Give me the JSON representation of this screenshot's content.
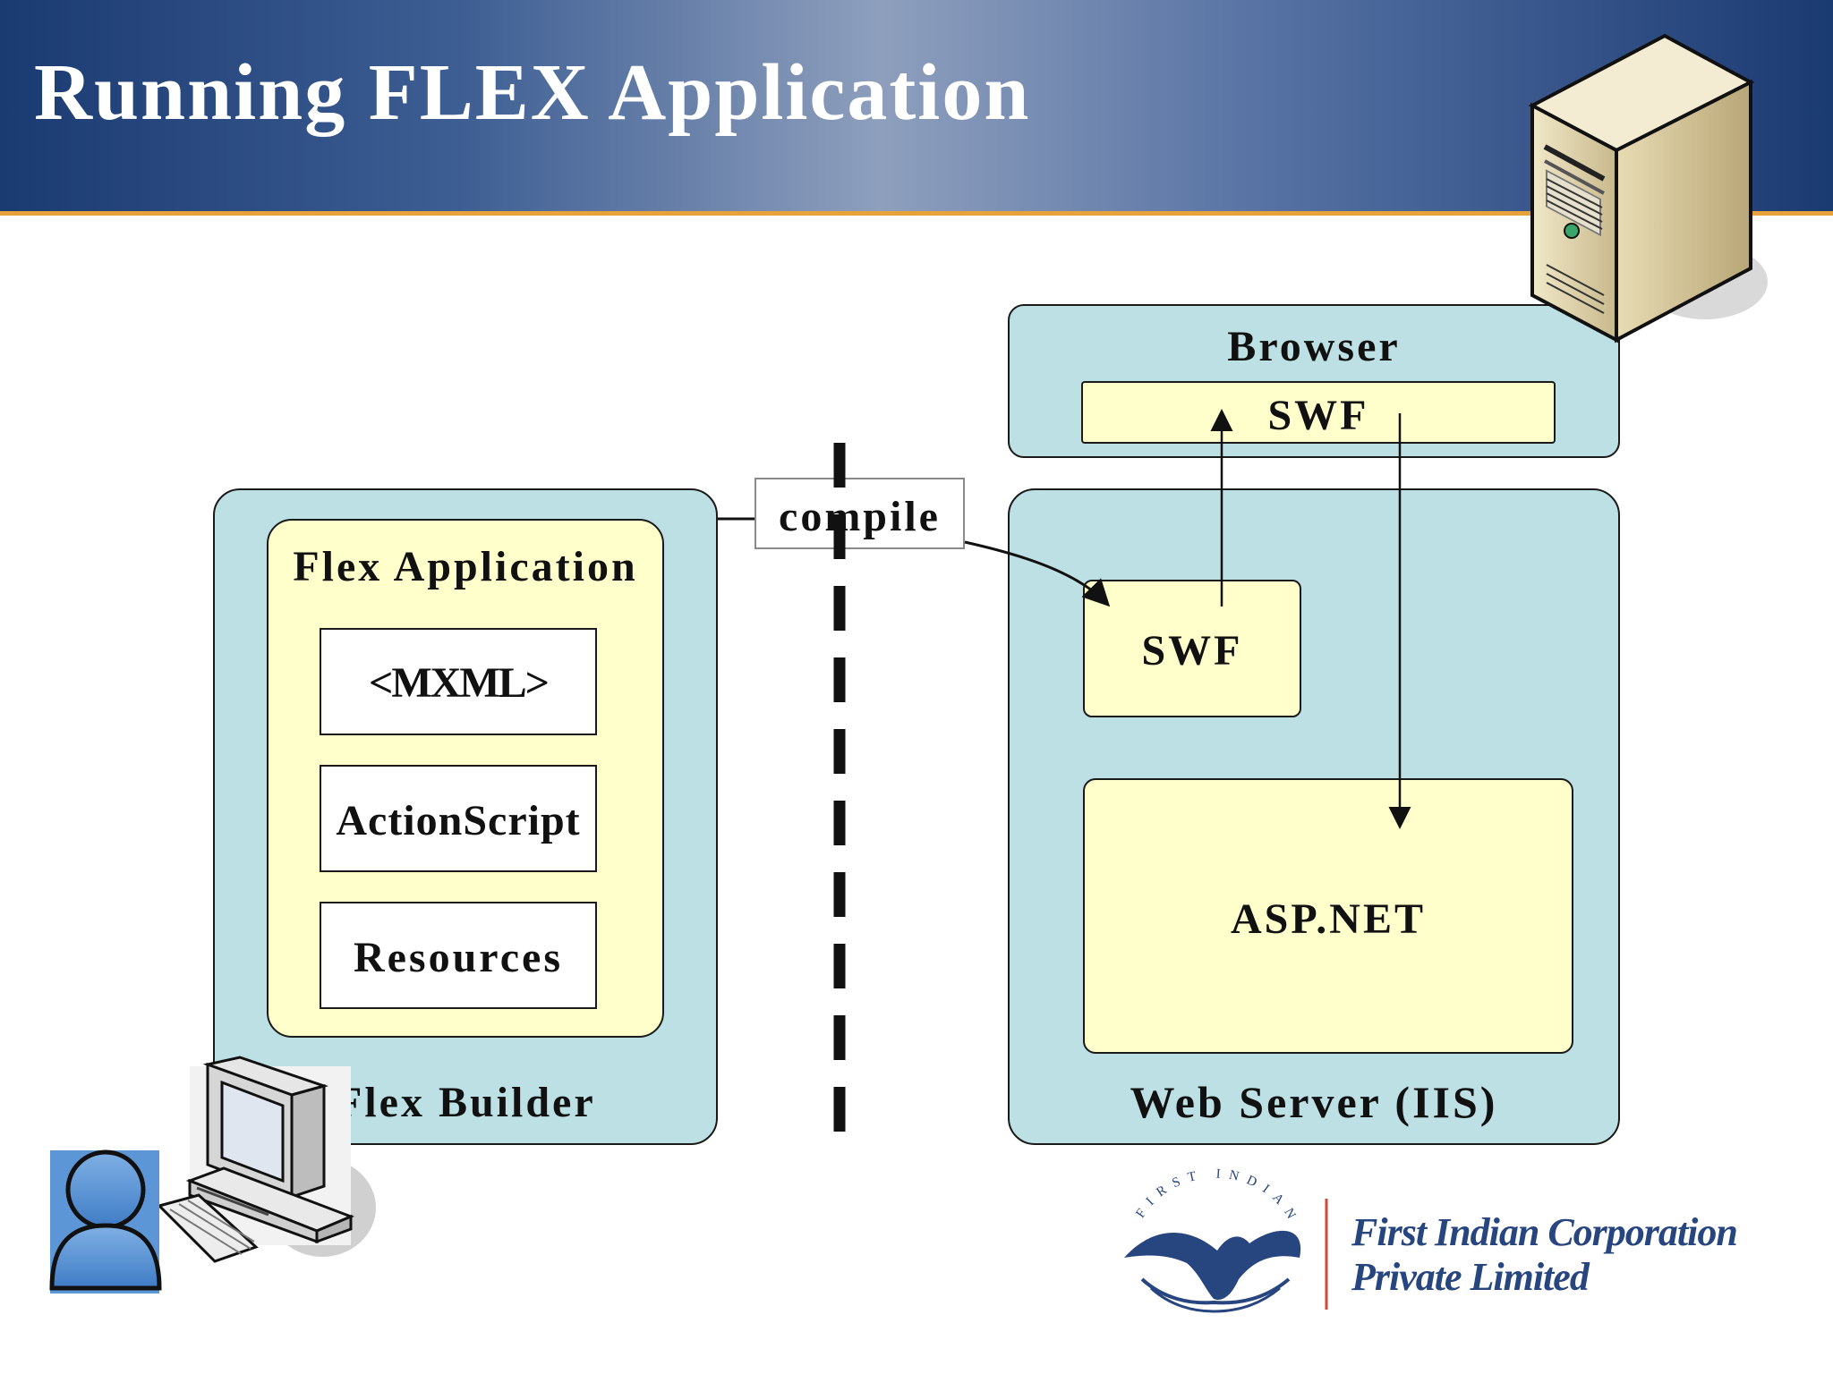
{
  "slide": {
    "title": "Running FLEX Application"
  },
  "diagram": {
    "builder_panel_label": "Flex Builder",
    "flex_app_label": "Flex Application",
    "components": [
      "<MXML>",
      "ActionScript",
      "Resources"
    ],
    "compile_label": "compile",
    "browser_label": "Browser",
    "browser_swf_label": "SWF",
    "server_swf_label": "SWF",
    "aspnet_label": "ASP.NET",
    "webserver_label": "Web Server (IIS)"
  },
  "logo": {
    "arc_text": "FIRST INDIAN",
    "line1": "First Indian Corporation",
    "line2": "Private Limited"
  },
  "colors": {
    "panel_fill": "#bde0e4",
    "box_fill": "#ffffcc",
    "header_dark": "#1a3a72",
    "header_rule": "#e7a33a",
    "logo_blue": "#27457e"
  },
  "icons": [
    "server-tower-icon",
    "user-person-icon",
    "desktop-computer-icon",
    "eagle-emblem-icon"
  ]
}
